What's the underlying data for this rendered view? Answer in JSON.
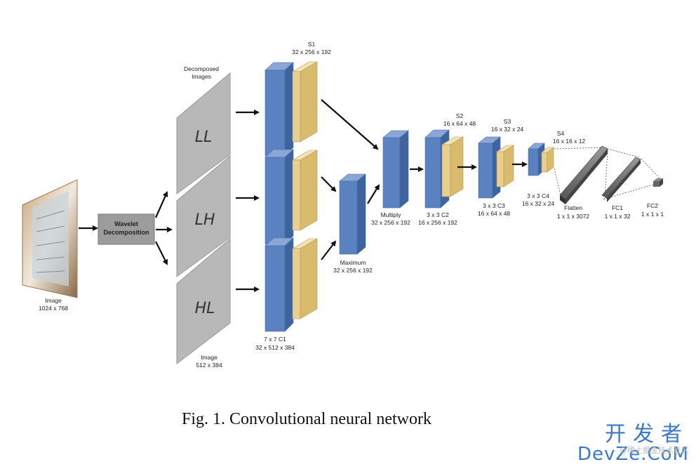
{
  "figure": {
    "caption": "Fig. 1.  Convolutional neural network",
    "input_label": "Image",
    "input_size": "1024 x 768",
    "wavelet_line1": "Wavelet",
    "wavelet_line2": "Decomposition",
    "decomposed_line1": "Decomposed",
    "decomposed_line2": "Images",
    "planes": [
      "LL",
      "LH",
      "HL"
    ],
    "sub_image_label": "Image",
    "sub_image_size": "512 x 384",
    "s1_name": "S1",
    "s1_size": "32 x 256 x 192",
    "c1_name": "7 x 7 C1",
    "c1_size": "32 x 512 x 384",
    "maximum_name": "Maximum",
    "maximum_size": "32 x 256 x 192",
    "multiply_name": "Multiply",
    "multiply_size": "32 x 256 x 192",
    "s2_name": "S2",
    "s2_size": "16 x 64 x 48",
    "c2_name": "3 x 3 C2",
    "c2_size": "16 x 256 x 192",
    "s3_name": "S3",
    "s3_size": "16 x 32 x 24",
    "c3_name": "3 x 3 C3",
    "c3_size": "16 x 64 x 48",
    "s4_name": "S4",
    "s4_size": "16 x 16 x 12",
    "c4_name": "3 x 3 C4",
    "c4_size": "16 x 32 x 24",
    "flatten_name": "Flatten",
    "flatten_size": "1 x 1 x 3072",
    "fc1_name": "FC1",
    "fc1_size": "1 x 1 x 32",
    "fc2_name": "FC2",
    "fc2_size": "1 x 1 x 1"
  },
  "watermark": {
    "cn": "开发者",
    "en": "DevZe.CoM",
    "note": "@稀土掘金技术社区"
  },
  "colors": {
    "conv_blue": "#5b82c0",
    "pool_yellow": "#e8cf8e",
    "plane_gray": "#b8b8b8",
    "box_gray": "#9c9c9c",
    "watermark_blue": "#3b79c2"
  }
}
